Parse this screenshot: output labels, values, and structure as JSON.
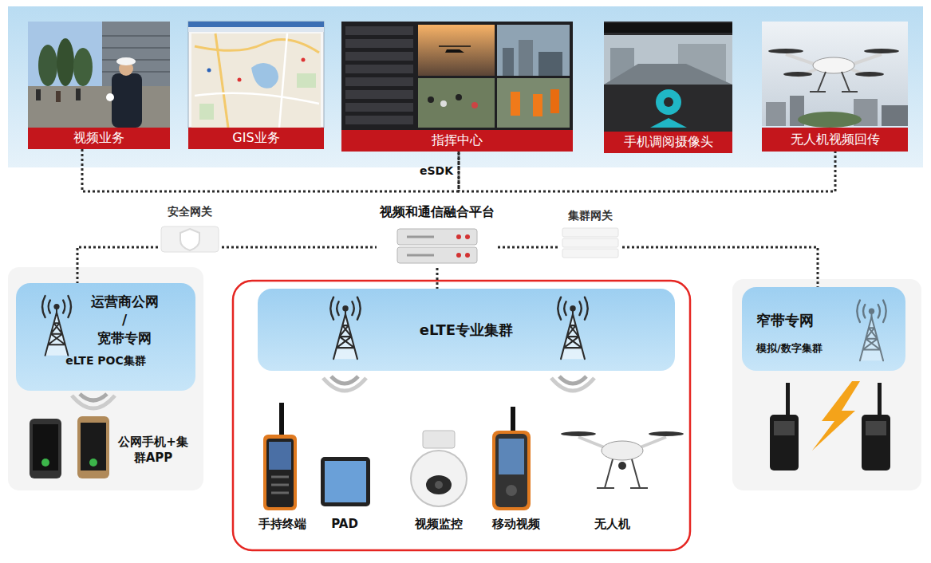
{
  "diagram": {
    "nodes": [
      {
        "text": [
          "视频业务"
        ]
      },
      {
        "text": [
          "GIS业务"
        ]
      },
      {
        "text": [
          "指挥中心"
        ]
      },
      {
        "text": [
          "手机调阅摄像头"
        ]
      },
      {
        "text": [
          "无人机视频回传"
        ]
      },
      {
        "text": [
          "安全网关"
        ]
      },
      {
        "text": [
          "视频和通信融合平台"
        ]
      },
      {
        "text": [
          "集群网关"
        ]
      },
      {
        "text": [
          "运营商公网 / 宽带专网",
          "eLTE POC集群"
        ]
      },
      {
        "text": [
          "eLTE专业集群"
        ]
      },
      {
        "text": [
          "窄带专网",
          "模拟/数字集群"
        ]
      }
    ],
    "edges": [
      {
        "from": 0,
        "to": 2,
        "arrow": "none"
      },
      {
        "from": 2,
        "to": 4,
        "arrow": "none"
      },
      {
        "from": 5,
        "to": 6,
        "arrow": "none"
      },
      {
        "from": 6,
        "to": 7,
        "arrow": "none"
      },
      {
        "from": 6,
        "to": 9,
        "arrow": "none"
      },
      {
        "from": 5,
        "to": 8,
        "arrow": "none"
      },
      {
        "from": 7,
        "to": 10,
        "arrow": "none"
      }
    ],
    "labels": [
      "eSDK",
      "公网手机+集群APP",
      "手持终端",
      "PAD",
      "视频监控",
      "移动视频",
      "无人机"
    ]
  }
}
